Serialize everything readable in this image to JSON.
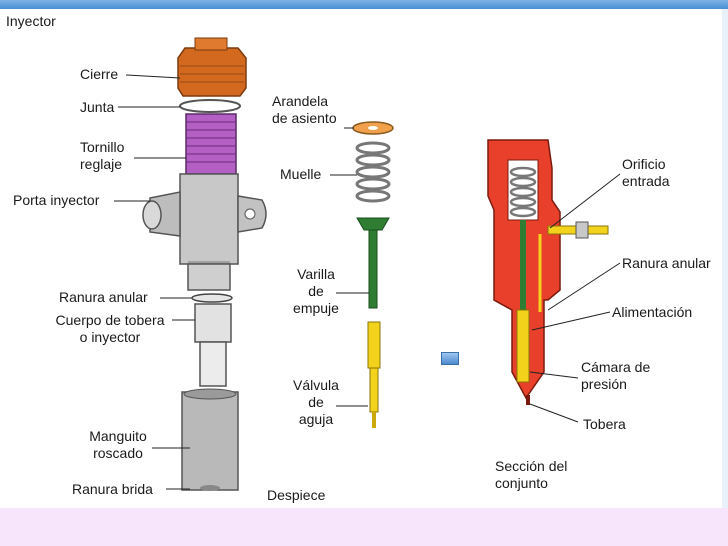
{
  "title": "Inyector",
  "labels": {
    "cierre": "Cierre",
    "junta": "Junta",
    "tornillo": "Tornillo\nreglaje",
    "porta": "Porta inyector",
    "ranura_anular_left": "Ranura anular",
    "cuerpo": "Cuerpo de tobera\no inyector",
    "manguito": "Manguito\nroscado",
    "ranura_brida": "Ranura brida",
    "despiece": "Despiece",
    "arandela": "Arandela\nde asiento",
    "muelle": "Muelle",
    "varilla": "Varilla\nde\nempuje",
    "valvula": "Válvula\nde\naguja",
    "orificio": "Orificio\nentrada",
    "ranura_anular_right": "Ranura anular",
    "alimentacion": "Alimentación",
    "camara": "Cámara de\npresión",
    "tobera": "Tobera",
    "seccion": "Sección del\nconjunto"
  },
  "colors": {
    "nut": "#d2691e",
    "spring_purple": "#b35fc4",
    "steel": "#c8c8c8",
    "push_rod": "#2e7d32",
    "needle": "#f2d21b",
    "section_red": "#e8402a",
    "washer": "#f0a04a"
  },
  "icons": [
    "slide-icon"
  ]
}
